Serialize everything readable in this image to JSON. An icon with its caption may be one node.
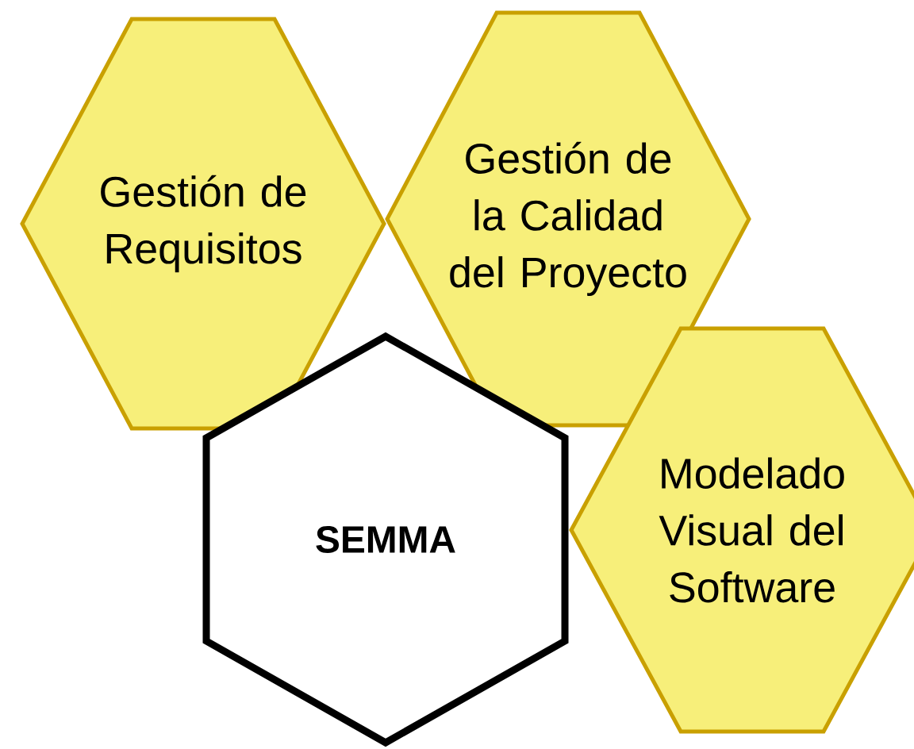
{
  "diagram": {
    "nodes": [
      {
        "text": [
          "Gestión de Requisitos"
        ]
      },
      {
        "text": [
          "Gestión de la Calidad del Proyecto"
        ]
      },
      {
        "text": [
          "Modelado Visual del Software"
        ]
      },
      {
        "text": [
          "**SEMMA**"
        ]
      }
    ]
  }
}
